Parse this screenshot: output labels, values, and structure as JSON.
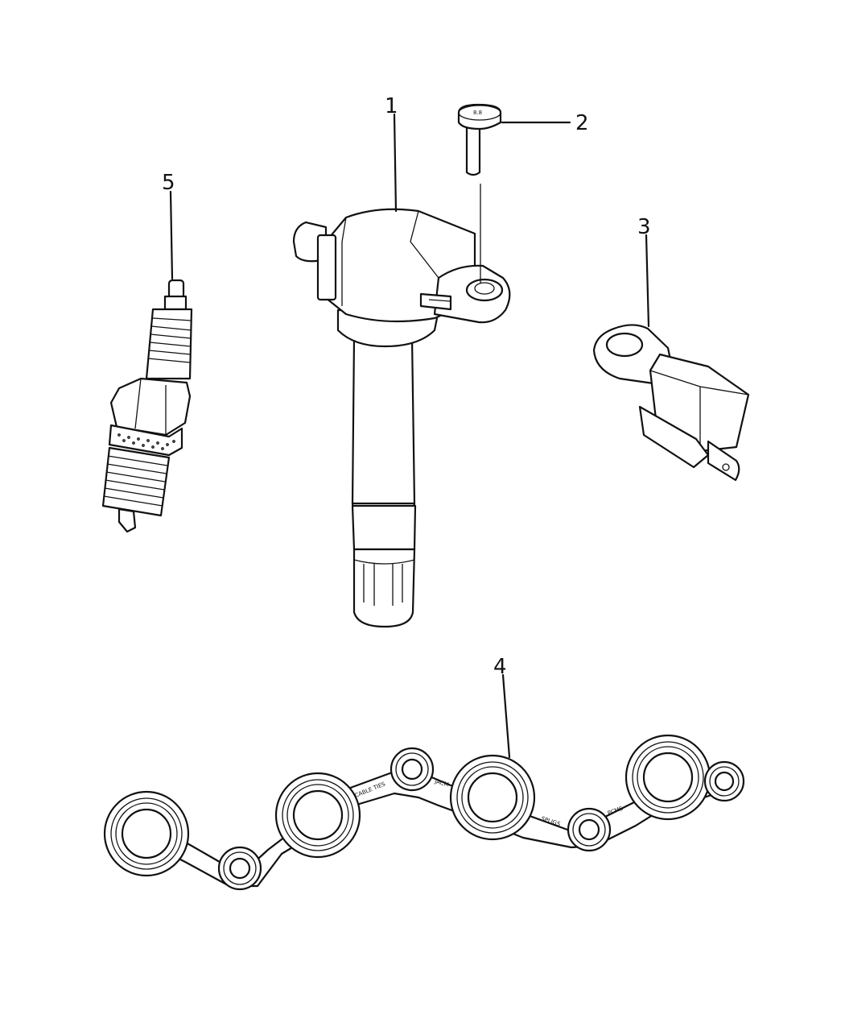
{
  "callouts": [
    {
      "id": "1"
    },
    {
      "id": "2"
    },
    {
      "id": "3"
    },
    {
      "id": "4"
    },
    {
      "id": "5"
    }
  ],
  "gasket_print": {
    "seg_a": "CABLE TIES",
    "seg_b": "JACM",
    "seg_c": "SPLIGS",
    "seg_d": "PCMS",
    "bolt_head_mark": "8.8"
  },
  "colors": {
    "line": "#111111",
    "background": "#ffffff"
  }
}
